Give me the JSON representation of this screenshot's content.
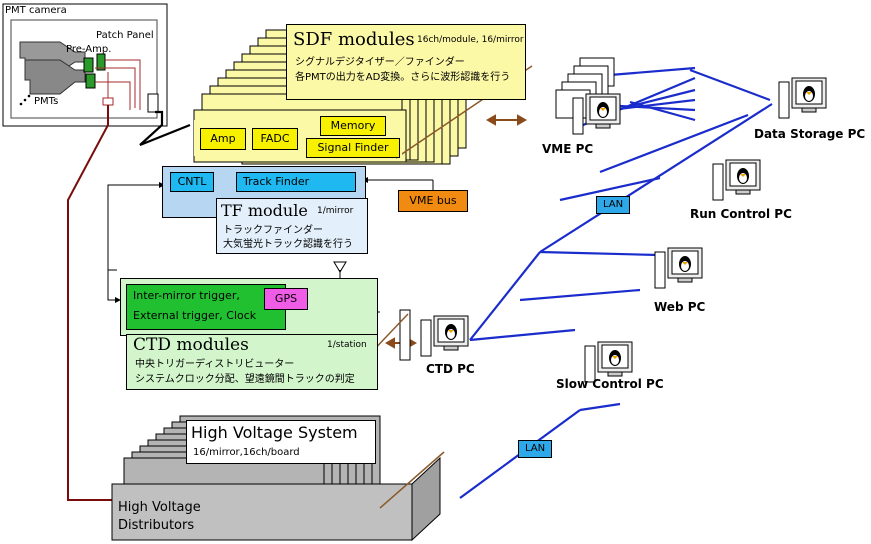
{
  "camera": {
    "title": "PMT camera",
    "patch_panel": "Patch Panel",
    "preamp": "Pre-Amp.",
    "pmts": "PMTs"
  },
  "sdf": {
    "title": "SDF modules",
    "sub": "16ch/module, 16/mirror",
    "jp1": "シグナルデジタイザー／ファインダー",
    "jp2": "各PMTの出力をAD変換。さらに波形認識を行う",
    "amp": "Amp",
    "fadc": "FADC",
    "memory": "Memory",
    "signal_finder": "Signal Finder"
  },
  "tf": {
    "cntl": "CNTL",
    "track_finder": "Track Finder",
    "title": "TF module",
    "sub": "1/mirror",
    "jp1": "トラックファインダー",
    "jp2": "大気蛍光トラック認識を行う"
  },
  "vme_bus": "VME bus",
  "ctd": {
    "trigger1": "Inter-mirror trigger,",
    "trigger2": "External trigger, Clock",
    "gps": "GPS",
    "title": "CTD modules",
    "sub": "1/station",
    "jp1": "中央トリガーディストリビューター",
    "jp2": "システムクロック分配、望遠鏡間トラックの判定"
  },
  "hv": {
    "title": "High Voltage System",
    "sub": "16/mirror,16ch/board",
    "dist1": "High Voltage",
    "dist2": "Distributors"
  },
  "pcs": {
    "vme": "VME PC",
    "storage": "Data Storage PC",
    "run": "Run Control PC",
    "web": "Web PC",
    "slow": "Slow Control PC",
    "ctd": "CTD PC"
  },
  "lan1": "LAN",
  "lan2": "LAN",
  "colors": {
    "sdf": "#fbf8a6",
    "amp": "#f7f100",
    "tf": "#b7d6f2",
    "tf_inner": "#1fb8f0",
    "ctd": "#d2f5cc",
    "ctd_inner": "#20c030",
    "gps": "#ef5ce6",
    "vme": "#f08a10",
    "lan": "#2ea8e8",
    "blue_line": "#1a2ccc",
    "dark_red": "#7a0c0c",
    "hv": "#a8a8a8"
  }
}
